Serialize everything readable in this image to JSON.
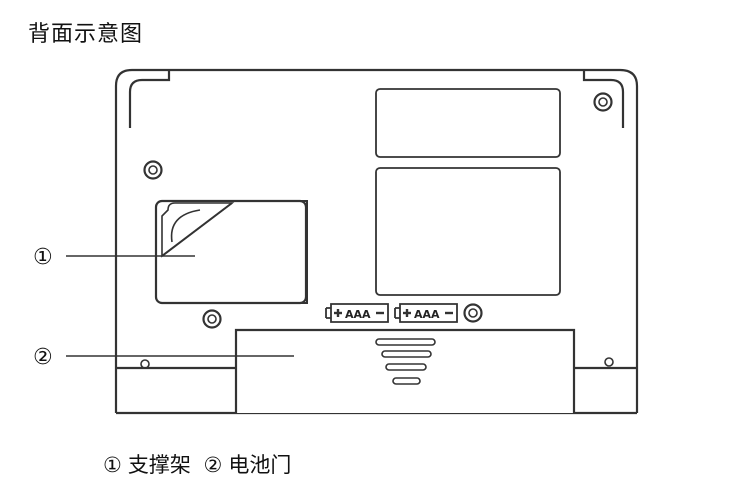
{
  "title": "背面示意图",
  "callouts": [
    {
      "number": "①",
      "target": "stand"
    },
    {
      "number": "②",
      "target": "battery-door"
    }
  ],
  "battery_labels": [
    "AAA",
    "AAA"
  ],
  "legend": {
    "item1_number": "①",
    "item1_label": "支撑架",
    "item2_number": "②",
    "item2_label": "电池门"
  }
}
